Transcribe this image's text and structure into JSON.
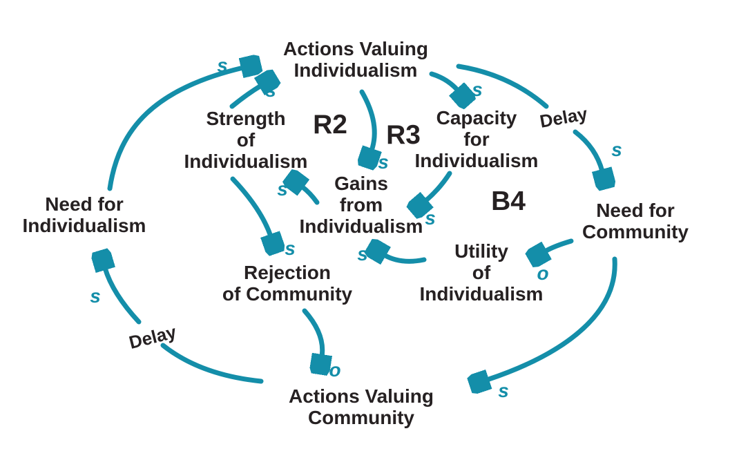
{
  "diagram": {
    "type": "causal-loop-diagram",
    "colors": {
      "arrow": "#148EA9",
      "polarity_label": "#148EA9",
      "text": "#262122",
      "background": "#FFFFFF"
    },
    "nodes": [
      {
        "id": "actions-valuing-individualism",
        "lines": [
          "Actions Valuing",
          "Individualism"
        ]
      },
      {
        "id": "strength-of-individualism",
        "lines": [
          "Strength",
          "of",
          "Individualism"
        ]
      },
      {
        "id": "capacity-for-individualism",
        "lines": [
          "Capacity",
          "for",
          "Individualism"
        ]
      },
      {
        "id": "need-for-individualism",
        "lines": [
          "Need for",
          "Individualism"
        ]
      },
      {
        "id": "gains-from-individualism",
        "lines": [
          "Gains",
          "from",
          "Individualism"
        ]
      },
      {
        "id": "need-for-community",
        "lines": [
          "Need for",
          "Community"
        ]
      },
      {
        "id": "rejection-of-community",
        "lines": [
          "Rejection",
          "of Community"
        ]
      },
      {
        "id": "utility-of-individualism",
        "lines": [
          "Utility",
          "of",
          "Individualism"
        ]
      },
      {
        "id": "actions-valuing-community",
        "lines": [
          "Actions Valuing",
          "Community"
        ]
      }
    ],
    "loop_labels": [
      {
        "id": "R2",
        "label": "R2"
      },
      {
        "id": "R3",
        "label": "R3"
      },
      {
        "id": "B4",
        "label": "B4"
      }
    ],
    "polarity_labels": [
      {
        "id": "s-need-indiv-to-actions-indiv",
        "label": "s"
      },
      {
        "id": "s-strength-to-actions-indiv",
        "label": "s"
      },
      {
        "id": "s-actions-indiv-to-capacity",
        "label": "s"
      },
      {
        "id": "s-actions-indiv-to-gains",
        "label": "s"
      },
      {
        "id": "s-gains-to-strength",
        "label": "s"
      },
      {
        "id": "s-actions-indiv-to-need-community",
        "label": "s"
      },
      {
        "id": "s-capacity-to-gains",
        "label": "s"
      },
      {
        "id": "s-utility-to-gains",
        "label": "s"
      },
      {
        "id": "s-strength-to-rejection",
        "label": "s"
      },
      {
        "id": "o-need-community-to-utility",
        "label": "o"
      },
      {
        "id": "s-actions-community-to-need-indiv",
        "label": "s"
      },
      {
        "id": "o-rejection-to-actions-community",
        "label": "o"
      },
      {
        "id": "s-need-community-to-actions-community",
        "label": "s"
      }
    ],
    "delay_labels": [
      {
        "id": "delay-actions-indiv-to-need-community",
        "label": "Delay"
      },
      {
        "id": "delay-actions-community-to-need-indiv",
        "label": "Delay"
      }
    ],
    "links": [
      {
        "from": "Need for Individualism",
        "to": "Actions Valuing Individualism",
        "polarity": "s",
        "delay": false
      },
      {
        "from": "Strength of Individualism",
        "to": "Actions Valuing Individualism",
        "polarity": "s",
        "delay": false
      },
      {
        "from": "Actions Valuing Individualism",
        "to": "Capacity for Individualism",
        "polarity": "s",
        "delay": false
      },
      {
        "from": "Actions Valuing Individualism",
        "to": "Gains from Individualism",
        "polarity": "s",
        "delay": false
      },
      {
        "from": "Actions Valuing Individualism",
        "to": "Need for Community",
        "polarity": "s",
        "delay": true
      },
      {
        "from": "Gains from Individualism",
        "to": "Strength of Individualism",
        "polarity": "s",
        "delay": false
      },
      {
        "from": "Strength of Individualism",
        "to": "Rejection of Community",
        "polarity": "s",
        "delay": false
      },
      {
        "from": "Capacity for Individualism",
        "to": "Gains from Individualism",
        "polarity": "s",
        "delay": false
      },
      {
        "from": "Utility of Individualism",
        "to": "Gains from Individualism",
        "polarity": "s",
        "delay": false
      },
      {
        "from": "Need for Community",
        "to": "Utility of Individualism",
        "polarity": "o",
        "delay": false
      },
      {
        "from": "Rejection of Community",
        "to": "Actions Valuing Community",
        "polarity": "o",
        "delay": false
      },
      {
        "from": "Need for Community",
        "to": "Actions Valuing Community",
        "polarity": "s",
        "delay": false
      },
      {
        "from": "Actions Valuing Community",
        "to": "Need for Individualism",
        "polarity": "s",
        "delay": true
      }
    ]
  }
}
